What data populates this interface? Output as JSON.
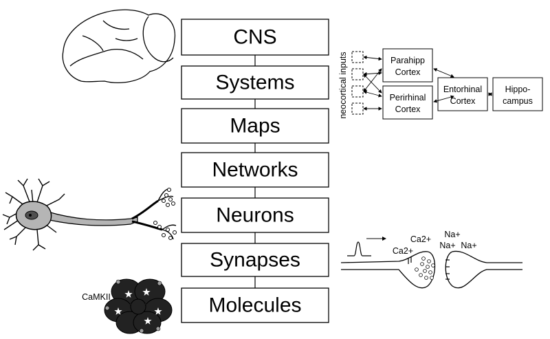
{
  "levels": [
    "CNS",
    "Systems",
    "Maps",
    "Networks",
    "Neurons",
    "Synapses",
    "Molecules"
  ],
  "systems_diagram": {
    "side_label": "neocortical inputs",
    "parahipp_line1": "Parahipp",
    "parahipp_line2": "Cortex",
    "perirhinal_line1": "Perirhinal",
    "perirhinal_line2": "Cortex",
    "entorhinal_line1": "Entorhinal",
    "entorhinal_line2": "Cortex",
    "hippo_line1": "Hippo-",
    "hippo_line2": "campus"
  },
  "synapse_diagram": {
    "ca_upper": "Ca2+",
    "ca_lower": "Ca2+",
    "na_1": "Na+",
    "na_2": "Na+",
    "na_3": "Na+"
  },
  "molecule_label": "CaMKII"
}
